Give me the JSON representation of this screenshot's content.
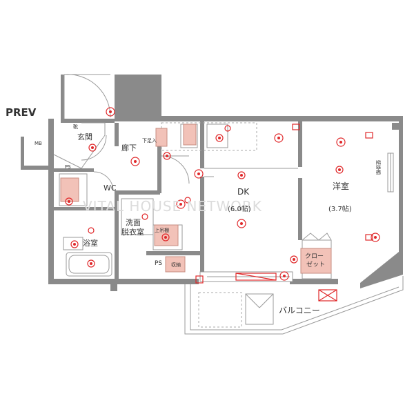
{
  "labels": {
    "prev": "PREV",
    "mb": "MB",
    "kutsu": "靴",
    "genkan": "玄関",
    "ps_top": "PS",
    "wc": "WC",
    "rouka": "廊下",
    "senmen1": "洗面",
    "senmen2": "脱衣室",
    "yokushitsu": "浴室",
    "dk": "DK",
    "dk_area": "(6.0帖)",
    "youshitsu": "洋室",
    "youshitsu_area": "(3.7帖)",
    "closet1": "クロー",
    "closet2": "ゼット",
    "balcony": "バルコニー",
    "ps_bottom": "PS",
    "shuno": "収納",
    "gesoku": "下足入",
    "joubukuro": "上吊棚",
    "kabekake": "壁掛棚",
    "watermark": "VITAL HOUSE NETWORK"
  },
  "colors": {
    "wall": "#8a8a8a",
    "outlet_red": "#e0282a",
    "furniture_pink": "#f2c2b8"
  }
}
